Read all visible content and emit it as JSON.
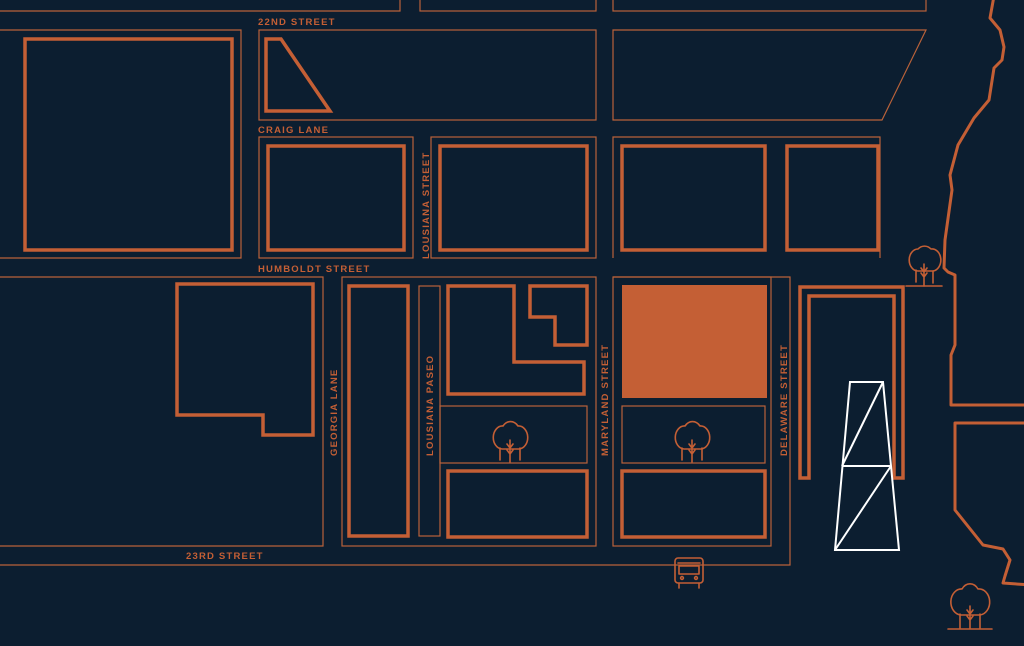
{
  "map": {
    "colors": {
      "background": "#0c1e30",
      "block_outline": "#b9623a",
      "lot_outline": "#c45f35",
      "highlight": "#c45f35",
      "landmark": "#ffffff"
    },
    "streets": {
      "s22": "22ND STREET",
      "craig": "CRAIG LANE",
      "humboldt": "HUMBOLDT STREET",
      "s23": "23RD STREET",
      "louisiana": "LOUSIANA STREET",
      "georgia": "GEORGIA LANE",
      "paseo": "LOUSIANA PASEO",
      "maryland": "MARYLAND STREET",
      "delaware": "DELAWARE STREET"
    },
    "icons": [
      "tree-cluster-icon",
      "bus-icon",
      "landmark-tower-icon"
    ],
    "highlighted_lot": "highlighted-lot"
  }
}
